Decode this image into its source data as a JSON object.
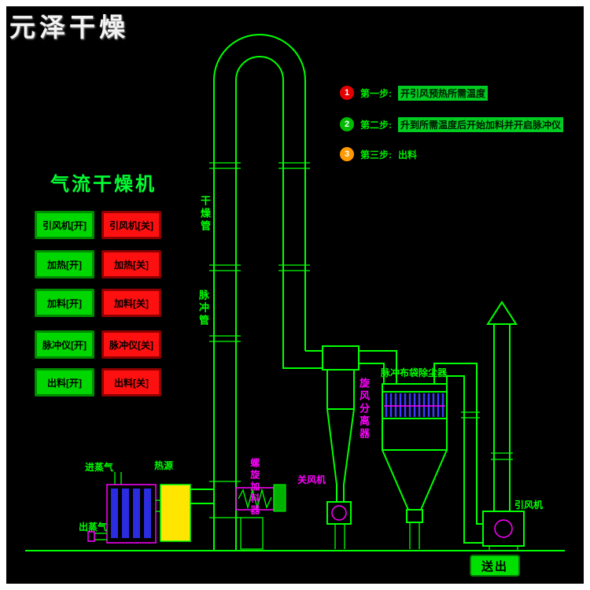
{
  "watermark": "元泽干燥",
  "panel": {
    "title": "气流干燥机",
    "on_buttons": [
      "引风机[开]",
      "加热[开]",
      "加料[开]",
      "脉冲仪[开]",
      "出料[开]"
    ],
    "off_buttons": [
      "引风机[关]",
      "加热[关]",
      "加料[关]",
      "脉冲仪[关]",
      "出料[关]"
    ]
  },
  "steps": [
    {
      "num": "1",
      "label": "第一步:",
      "text": "开引风预热所需温度",
      "color": "#e60000"
    },
    {
      "num": "2",
      "label": "第二步:",
      "text": "升到所需温度后开始加料并开启脉冲仪",
      "color": "#00bb00"
    },
    {
      "num": "3",
      "label": "第三步:",
      "text": "出料",
      "color": "#ff9900"
    }
  ],
  "labels": {
    "drying_pipe": "干燥管",
    "pulse_pipe": "脉冲管",
    "cyclone": "旋风分离器",
    "bag_filter": "脉冲布袋除尘器",
    "rotary_valve": "关风机",
    "induced_fan": "引风机",
    "steam_in": "进蒸气",
    "steam_out": "出蒸气",
    "heat_source": "热源",
    "screw_feeder": "螺旋加料器",
    "send_out": "送出"
  },
  "colors": {
    "line_green": "#00ff00",
    "accent_magenta": "#ff00ff",
    "heat_yellow": "#ffe600",
    "bag_blue": "#3b3bff",
    "button_on": "#00d600",
    "button_off": "#ff1010",
    "step1": "#e60000",
    "step2": "#00bb00",
    "step3": "#ff9900"
  }
}
